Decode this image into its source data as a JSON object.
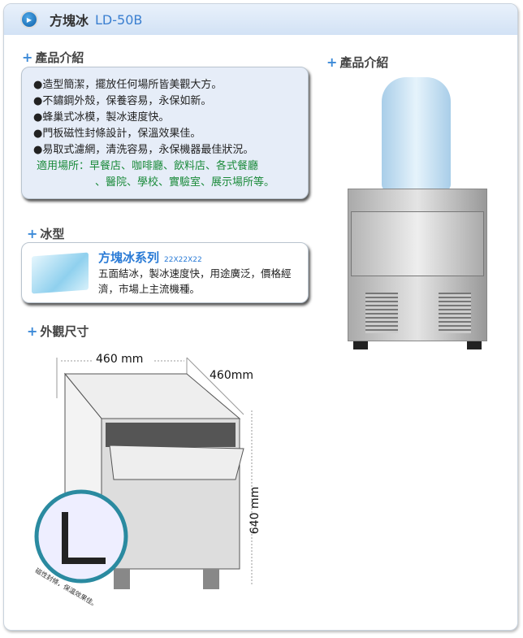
{
  "header": {
    "title": "方塊冰",
    "model": "LD-50B"
  },
  "features": {
    "heading": "產品介紹",
    "items": [
      "●造型簡潔，擺放任何場所皆美觀大方。",
      "●不鏽鋼外殼，保養容易，永保如新。",
      "●蜂巢式冰模，製冰速度快。",
      "●門板磁性封條設計，保溫效果佳。",
      "●易取式濾網，清洗容易，永保機器最佳狀況。"
    ],
    "usage_line1": "適用場所：早餐店、咖啡廳、飲料店、各式餐廳",
    "usage_line2": "、醫院、學校、實驗室、展示場所等。"
  },
  "ice": {
    "heading": "冰型",
    "name": "方塊冰系列",
    "size": "22X22X22",
    "desc": "五面結冰，製冰速度快，用途廣泛，價格經濟，市場上主流機種。"
  },
  "dimensions": {
    "heading": "外觀尺寸",
    "width": "460 mm",
    "depth": "460mm",
    "height": "640 mm",
    "callout": "磁性封條，保溫效果佳。"
  },
  "photo": {
    "heading": "產品介紹"
  }
}
